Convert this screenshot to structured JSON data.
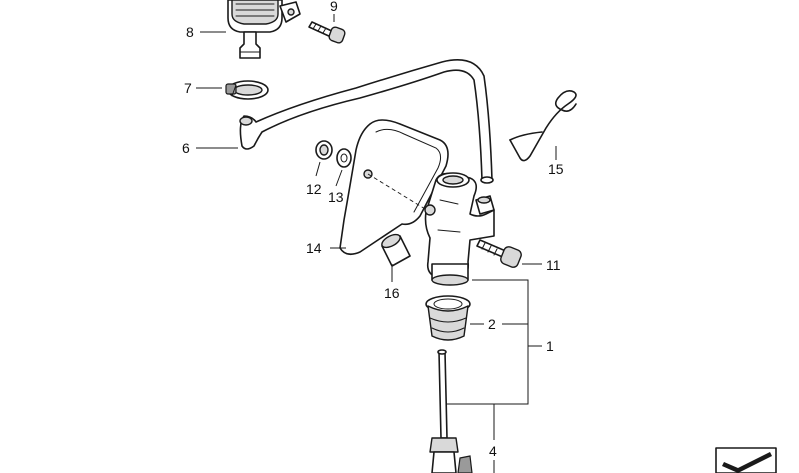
{
  "callouts": {
    "c1": "1",
    "c2": "2",
    "c4": "4",
    "c6": "6",
    "c7": "7",
    "c8": "8",
    "c9": "9",
    "c11": "11",
    "c12": "12",
    "c13": "13",
    "c14": "14",
    "c15": "15",
    "c16": "16"
  },
  "icons": {
    "corner": "catalog-arrow-icon"
  },
  "colors": {
    "line": "#1a1a1a",
    "shade": "#d9d9d9",
    "background": "#ffffff"
  }
}
